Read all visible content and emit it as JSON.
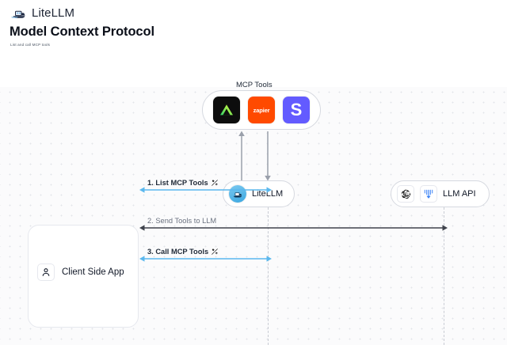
{
  "header": {
    "brand": "LiteLLM",
    "brand_logo_icon": "litellm-boat-logo-icon",
    "title": "Model Context Protocol",
    "subtitle": "List and call MCP tools"
  },
  "diagram": {
    "type": "sequence-diagram",
    "mcp_group": {
      "title": "MCP Tools",
      "tools": [
        {
          "name": "bright-data-tool-icon",
          "label": "",
          "color": "#0d0d0d",
          "glyph": "green-triangle"
        },
        {
          "name": "zapier-tool-icon",
          "label": "zapier",
          "color": "#ff4a00",
          "glyph": "wordmark"
        },
        {
          "name": "stripe-tool-icon",
          "label": "S",
          "color": "#635bff",
          "glyph": "letter-s"
        }
      ]
    },
    "nodes": [
      {
        "id": "litellm",
        "label": "LiteLLM",
        "icon": "litellm-avatar-icon"
      },
      {
        "id": "llm-api",
        "label": "LLM API",
        "icons": [
          "openai-logo-icon",
          "anthropic-arrow-icon"
        ]
      },
      {
        "id": "client",
        "label": "Client Side App",
        "icon": "user-person-icon"
      }
    ],
    "edges": [
      {
        "step": "1",
        "label": "1. List MCP Tools",
        "icon": "hammer-and-wrench-icon",
        "color": "#5bb8ee",
        "direction": "bidirectional"
      },
      {
        "step": "2",
        "label": "2. Send Tools to LLM",
        "icon": "",
        "color": "#3f434c",
        "direction": "bidirectional"
      },
      {
        "step": "3",
        "label": "3. Call MCP Tools",
        "icon": "hammer-and-wrench-icon",
        "color": "#5bb8ee",
        "direction": "bidirectional"
      }
    ],
    "vertical_edges": [
      {
        "name": "tools-to-litellm-up",
        "direction": "up",
        "color": "#9aa0ab"
      },
      {
        "name": "litellm-to-tools-down",
        "direction": "down",
        "color": "#9aa0ab"
      }
    ],
    "colors": {
      "accent_blue": "#5bb8ee",
      "arrow_dark": "#3f434c",
      "lane_dash": "#c9ccd4",
      "canvas_bg": "#fbfbfc"
    }
  }
}
